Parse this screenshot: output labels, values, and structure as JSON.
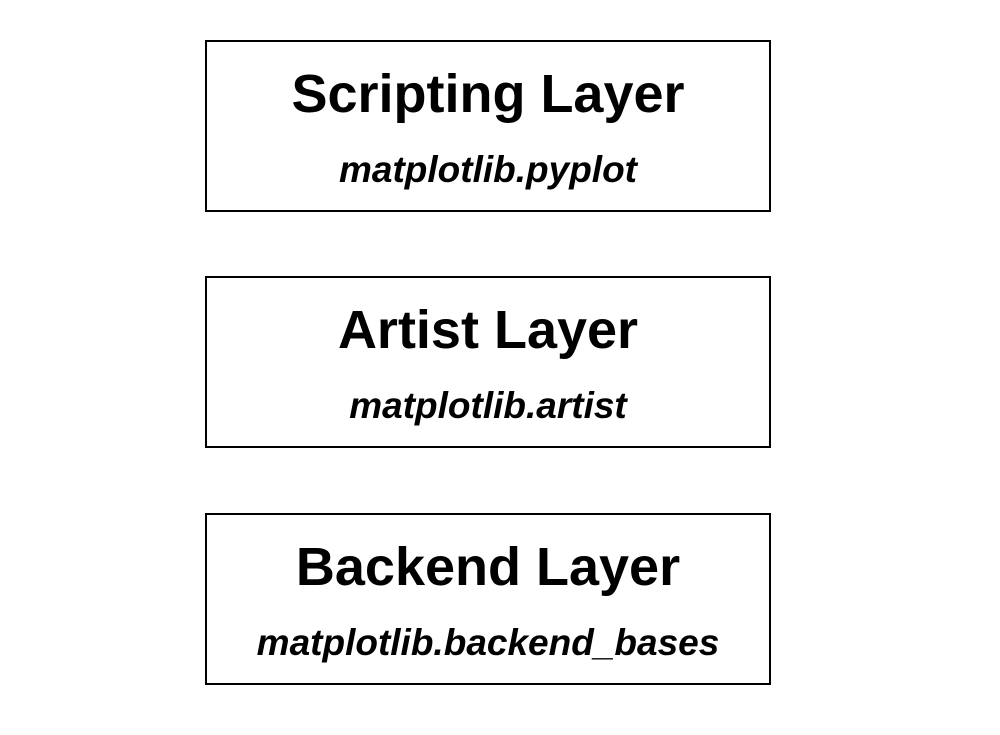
{
  "diagram": {
    "layers": [
      {
        "title": "Scripting Layer",
        "module": "matplotlib.pyplot"
      },
      {
        "title": "Artist Layer",
        "module": "matplotlib.artist"
      },
      {
        "title": "Backend Layer",
        "module": "matplotlib.backend_bases"
      }
    ]
  },
  "colors": {
    "background": "#ffffff",
    "border": "#000000",
    "text": "#000000"
  }
}
